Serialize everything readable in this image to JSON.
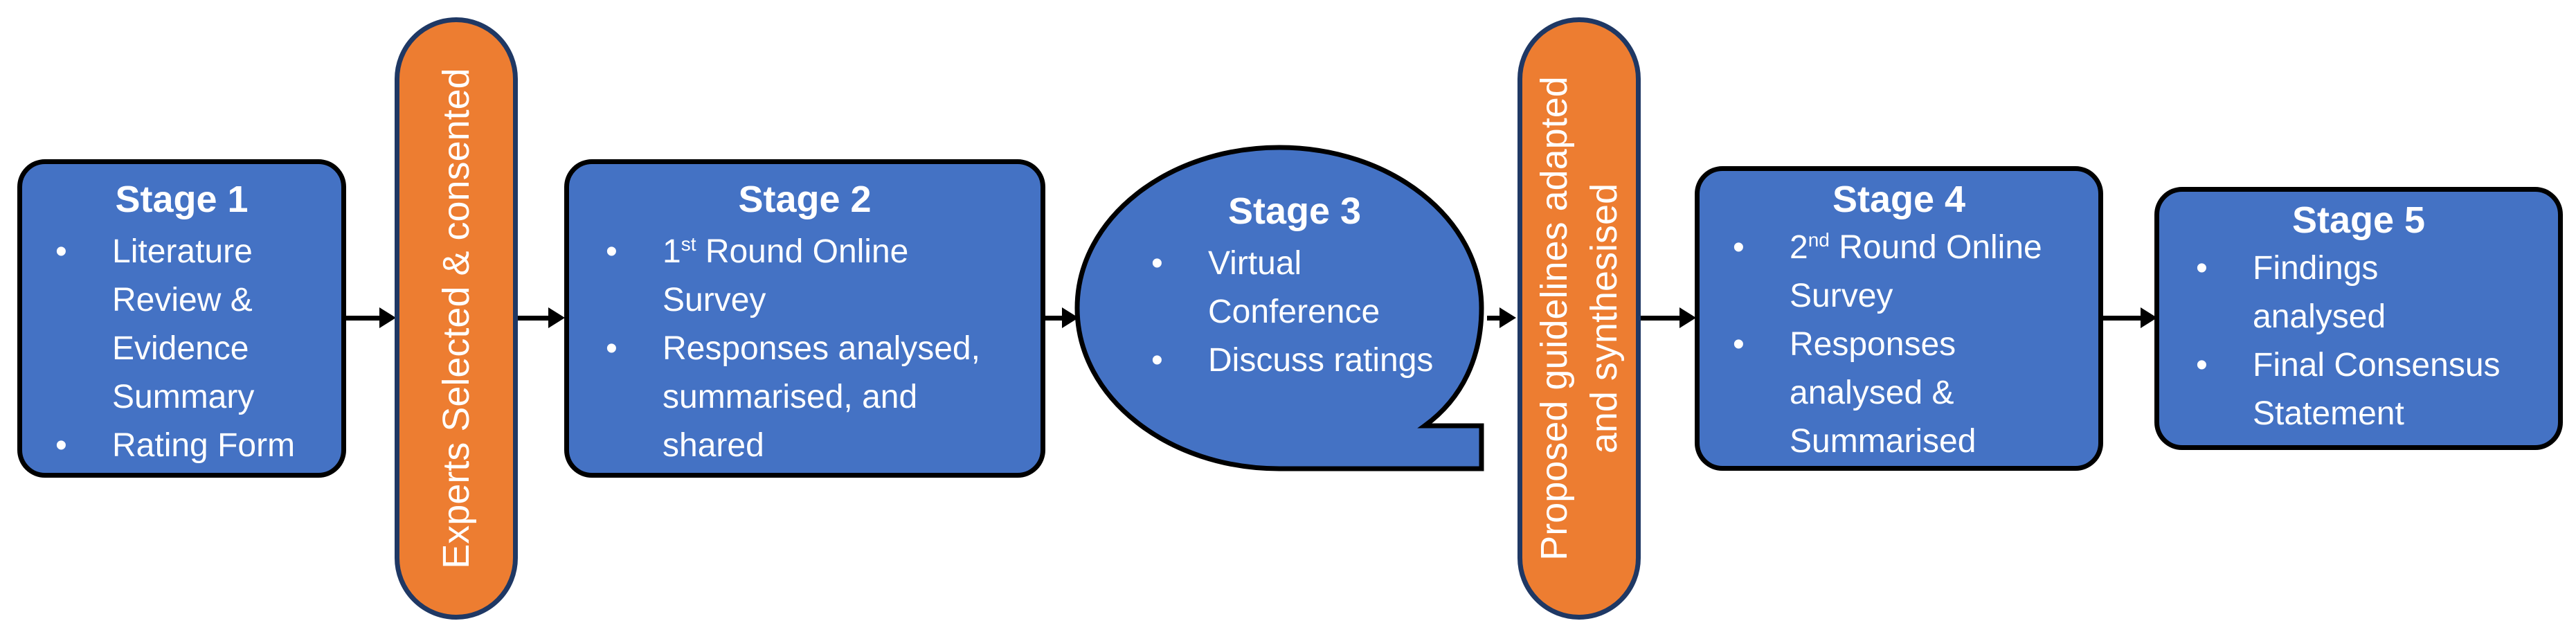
{
  "stages": [
    {
      "title": "Stage 1",
      "items": [
        "Literature Review & Evidence Summary",
        "Rating Form"
      ]
    },
    {
      "title": "Stage 2",
      "items": [
        {
          "pre": "1",
          "sup": "st",
          "post": " Round Online Survey"
        },
        "Responses analysed, summarised, and shared"
      ]
    },
    {
      "title": "Stage 3",
      "items": [
        "Virtual Conference",
        "Discuss ratings"
      ]
    },
    {
      "title": "Stage 4",
      "items": [
        {
          "pre": "2",
          "sup": "nd",
          "post": " Round Online Survey"
        },
        "Responses analysed & Summarised"
      ]
    },
    {
      "title": "Stage 5",
      "items": [
        "Findings analysed",
        "Final Consensus Statement"
      ]
    }
  ],
  "transitions": [
    {
      "text": "Experts Selected & consented"
    },
    {
      "text": "Proposed guidelines adapted and synthesised"
    }
  ],
  "colors": {
    "stage_fill": "#4472c4",
    "transition_fill": "#ed7d31",
    "outline": "#000000",
    "text": "#ffffff"
  }
}
